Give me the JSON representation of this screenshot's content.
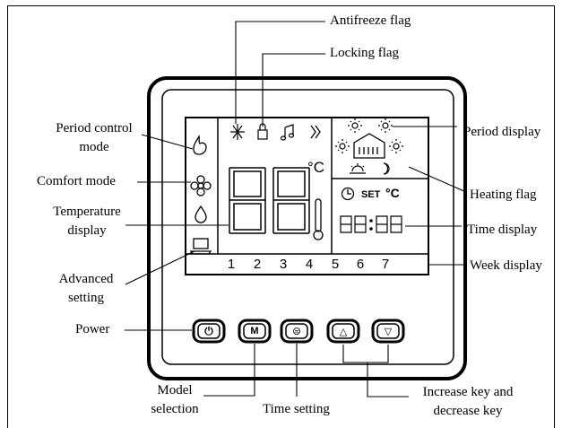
{
  "labels": {
    "antifreeze_flag": "Antifreeze flag",
    "locking_flag": "Locking flag",
    "period_control_mode": [
      "Period control",
      "mode"
    ],
    "period_display": "Period display",
    "comfort_mode": "Comfort mode",
    "heating_flag": "Heating flag",
    "temperature_display": [
      "Temperature",
      "display"
    ],
    "time_display": "Time display",
    "week_display": "Week display",
    "advanced_setting": [
      "Advanced",
      "setting"
    ],
    "power": "Power",
    "model_selection": [
      "Model",
      "selection"
    ],
    "time_setting": "Time setting",
    "increase_decrease": [
      "Increase key and",
      "decrease key"
    ]
  },
  "lcd": {
    "temperature_digits": "88",
    "temperature_unit": "°C",
    "set_label": "SET",
    "set_unit": "°C",
    "time_value": "88:88",
    "week_days": [
      "1",
      "2",
      "3",
      "4",
      "5",
      "6",
      "7"
    ]
  },
  "buttons": {
    "power_glyph": "⏻",
    "mode_glyph": "M",
    "time_glyph": "⊜",
    "up_glyph": "△",
    "down_glyph": "▽"
  },
  "icons": {
    "antifreeze": "snowflake-icon",
    "lock": "lock-icon",
    "music": "music-icon",
    "chevron": "double-chevron-icon",
    "period_control": "hand-icon",
    "comfort": "flower-icon",
    "drop": "drop-icon",
    "advanced": "laptop-icon",
    "clock": "clock-icon",
    "thermometer": "thermometer-icon",
    "heating": "house-heating-icon"
  }
}
